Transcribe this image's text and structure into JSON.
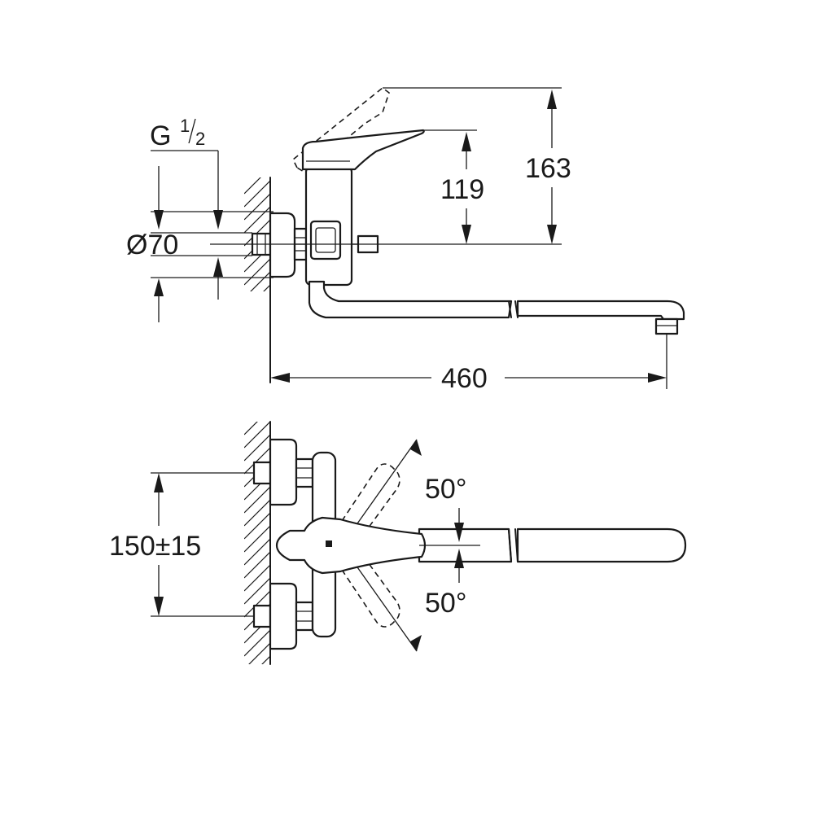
{
  "side_view": {
    "thread": {
      "main": "G",
      "sup": "1",
      "sub": "2"
    },
    "rosette_diameter": "Ø70",
    "lever_height": "119",
    "max_height": "163",
    "spout_reach": "460"
  },
  "top_view": {
    "inlet_spacing": "150±15",
    "swivel_up": "50°",
    "swivel_down": "50°"
  }
}
